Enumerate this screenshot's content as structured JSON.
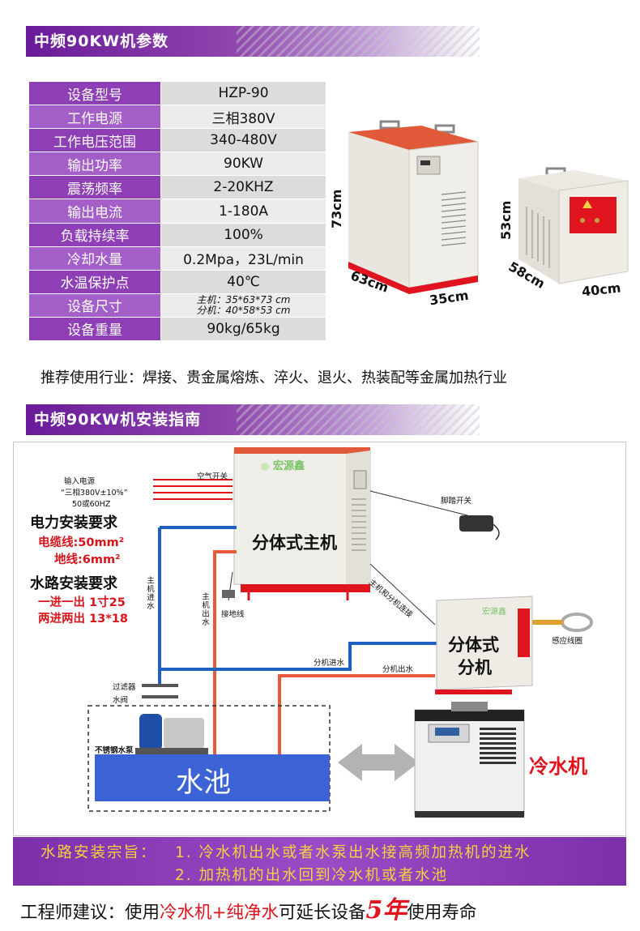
{
  "spec_section": {
    "title": "中频90KW机参数"
  },
  "specs": [
    {
      "label": "设备型号",
      "value": "HZP-90"
    },
    {
      "label": "工作电源",
      "value": "三相380V"
    },
    {
      "label": "工作电压范围",
      "value": "340-480V"
    },
    {
      "label": "输出功率",
      "value": "90KW"
    },
    {
      "label": "震荡频率",
      "value": "2-20KHZ"
    },
    {
      "label": "输出电流",
      "value": "1-180A"
    },
    {
      "label": "负载持续率",
      "value": "100%"
    },
    {
      "label": "冷却水量",
      "value": "0.2Mpa，23L/min"
    },
    {
      "label": "水温保护点",
      "value": "40℃"
    },
    {
      "label": "设备尺寸",
      "value_line1": "主机：35*63*73 cm",
      "value_line2": "分机：40*58*53 cm"
    },
    {
      "label": "设备重量",
      "value": "90kg/65kg"
    }
  ],
  "main_unit_dims": {
    "height": "73cm",
    "depth": "63cm",
    "width": "35cm"
  },
  "sub_unit_dims": {
    "height": "53cm",
    "depth": "58cm",
    "width": "40cm"
  },
  "industry": "推荐使用行业：焊接、贵金属熔炼、淬火、退火、热装配等金属加热行业",
  "install_section": {
    "title": "中频90KW机安装指南"
  },
  "diagram": {
    "power_input_title": "输入电源",
    "power_input_spec": "“三相380V±10%”",
    "power_input_freq": "50或60HZ",
    "air_switch": "空气开关",
    "brand": "宏源鑫",
    "electric_req_title": "电力安装要求",
    "cable": "电缆线:50mm²",
    "ground": "地线:6mm²",
    "water_req_title": "水路安装要求",
    "water_line1": "一进一出 1寸25",
    "water_line2": "两进两出 13*18",
    "main_in": "主机进水",
    "main_out": "主机出水",
    "ground_wire": "接地线",
    "main_unit_label": "分体式主机",
    "foot_switch": "脚踏开关",
    "link_label": "主机和分机连接",
    "sub_unit_line1": "分体式",
    "sub_unit_line2": "分机",
    "coil": "感应线圈",
    "sub_in": "分机进水",
    "sub_out": "分机出水",
    "filter": "过滤器",
    "valve": "水阀",
    "pump": "不锈钢水泵",
    "pool": "水池",
    "chiller": "冷水机"
  },
  "principle": {
    "prefix": "水路安装宗旨：",
    "line1": "1. 冷水机出水或者水泵出水接高频加热机的进水",
    "line2": "2. 加热机的出水回到冷水机或者水池"
  },
  "advice": {
    "part1": "工程师建议：使用 ",
    "part2": "冷水机+纯净水",
    "part3": " 可延长设备",
    "part4": "5年",
    "part5": "使用寿命"
  },
  "colors": {
    "purple": "#8e3fb5",
    "red": "#e0141f",
    "water_blue": "#1f5fbf",
    "water_red": "#e8583a",
    "pool_blue": "#3b63d6"
  }
}
